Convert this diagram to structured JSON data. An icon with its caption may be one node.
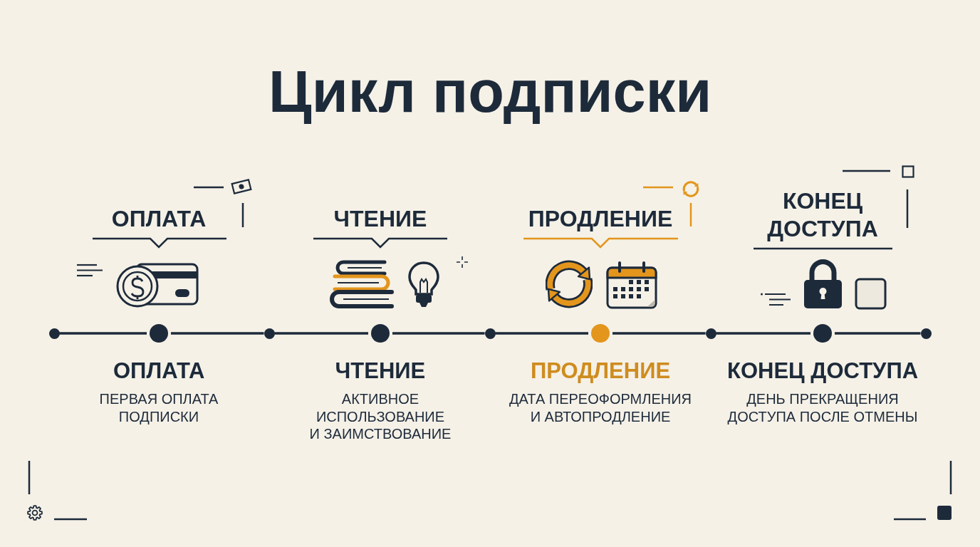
{
  "diagram": {
    "title": "Цикл подписки",
    "nodes": [
      {
        "text": [],
        "shape": "circle"
      },
      {
        "text": [],
        "shape": "circle",
        "beside": [
          "ОПЛАТА",
          "ПЕРВАЯ ОПЛАТА ПОДПИСКИ"
        ]
      },
      {
        "text": [],
        "shape": "circle"
      },
      {
        "text": [],
        "shape": "circle",
        "beside": [
          "ЧТЕНИЕ",
          "АКТИВНОЕ ИСПОЛЬЗОВАНИЕ И ЗАИМСТВОВАНИЕ"
        ]
      },
      {
        "text": [],
        "shape": "circle"
      },
      {
        "text": [],
        "shape": "circle",
        "beside": [
          "ПРОДЛЕНИЕ",
          "ДАТА ПЕРЕОФОРМЛЕНИЯ И АВТОПРОДЛЕНИЕ"
        ]
      },
      {
        "text": [],
        "shape": "circle"
      },
      {
        "text": [],
        "shape": "circle",
        "beside": [
          "КОНЕЦ ДОСТУПА",
          "ДЕНЬ ПРЕКРАЩЕНИЯ ДОСТУПА ПОСЛЕ ОТМЕНЫ"
        ]
      },
      {
        "text": [],
        "shape": "circle"
      }
    ],
    "edges": [
      {
        "from": 0,
        "to": 1,
        "arrow": "none"
      },
      {
        "from": 1,
        "to": 2,
        "arrow": "none"
      },
      {
        "from": 2,
        "to": 3,
        "arrow": "none"
      },
      {
        "from": 3,
        "to": 4,
        "arrow": "none"
      },
      {
        "from": 4,
        "to": 5,
        "arrow": "none"
      },
      {
        "from": 5,
        "to": 6,
        "arrow": "none"
      },
      {
        "from": 6,
        "to": 7,
        "arrow": "none"
      },
      {
        "from": 7,
        "to": 8,
        "arrow": "none"
      }
    ],
    "labels": [
      "ОПЛАТА",
      "ЧТЕНИЕ",
      "ПРОДЛЕНИЕ",
      "КОНЕЦ ДОСТУПА"
    ]
  }
}
